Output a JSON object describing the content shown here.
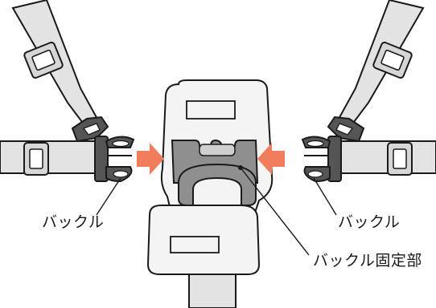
{
  "labels": {
    "buckle_left": "バックル",
    "buckle_right": "バックル",
    "buckle_mount": "バックル固定部"
  },
  "colors": {
    "strap": "#e3e3e3",
    "stroke": "#1a1a1a",
    "arrow": "#f07d5c",
    "buckle_dark": "#555555",
    "mount_gray": "#8f8f8f",
    "pad": "#f4f4f4",
    "background": "#ffffff"
  },
  "icons": {
    "left_arrow": "arrow-right-icon",
    "right_arrow": "arrow-left-icon"
  }
}
